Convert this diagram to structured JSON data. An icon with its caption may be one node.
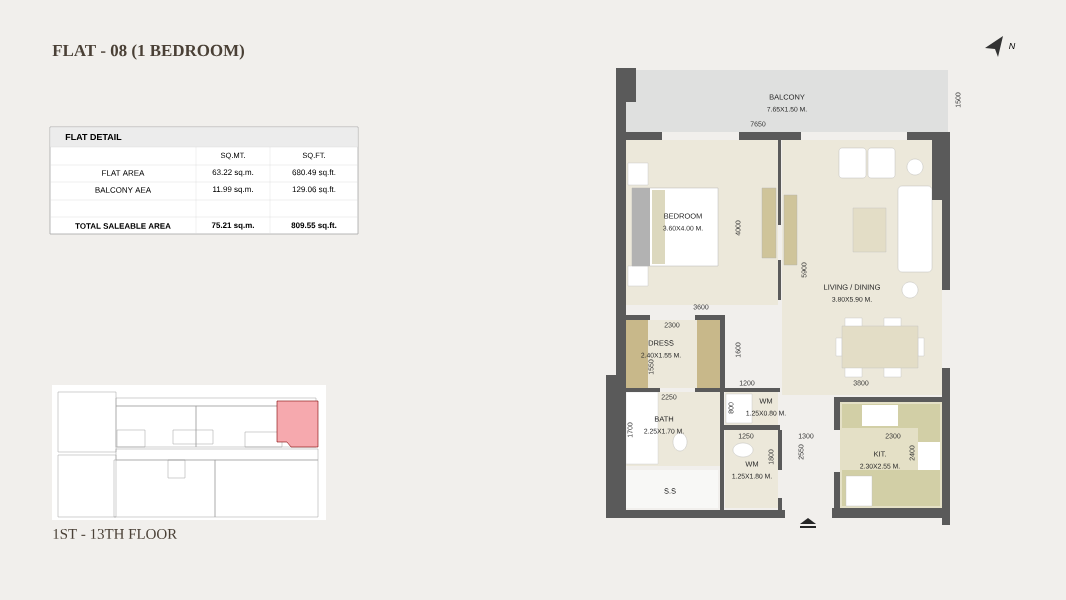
{
  "diagram": {
    "title": "FLAT - 08 (1 BEDROOM)",
    "nodes": [
      {
        "text": [
          "BALCONY",
          "7.65X1.50 M."
        ]
      },
      {
        "text": [
          "BEDROOM",
          "3.60X4.00 M."
        ]
      },
      {
        "text": [
          "LIVING / DINING",
          "3.80X5.90 M."
        ]
      },
      {
        "text": [
          "DRESS",
          "2.40X1.55 M."
        ]
      },
      {
        "text": [
          "BATH",
          "2.25X1.70 M."
        ]
      },
      {
        "text": [
          "WM",
          "1.25X0.80 M."
        ]
      },
      {
        "text": [
          "WM",
          "1.25X1.80 M."
        ]
      },
      {
        "text": [
          "KIT.",
          "2.30X2.55 M."
        ]
      },
      {
        "text": [
          "S.S"
        ]
      }
    ],
    "labels": [
      "FLAT DETAIL",
      "SQ.MT.",
      "SQ.FT.",
      "FLAT AREA",
      "63.22 sq.m.",
      "680.49 sq.ft.",
      "BALCONY AEA",
      "11.99 sq.m.",
      "129.06 sq.ft.",
      "TOTAL SALEABLE AREA",
      "75.21 sq.m.",
      "809.55 sq.ft.",
      "N",
      "7650",
      "1500",
      "4000",
      "5900",
      "3600",
      "2300",
      "1600",
      "1550",
      "2250",
      "1700",
      "1200",
      "800",
      "1250",
      "1800",
      "1300",
      "2550",
      "2300",
      "2400",
      "3800",
      "1ST - 13TH FLOOR"
    ]
  }
}
